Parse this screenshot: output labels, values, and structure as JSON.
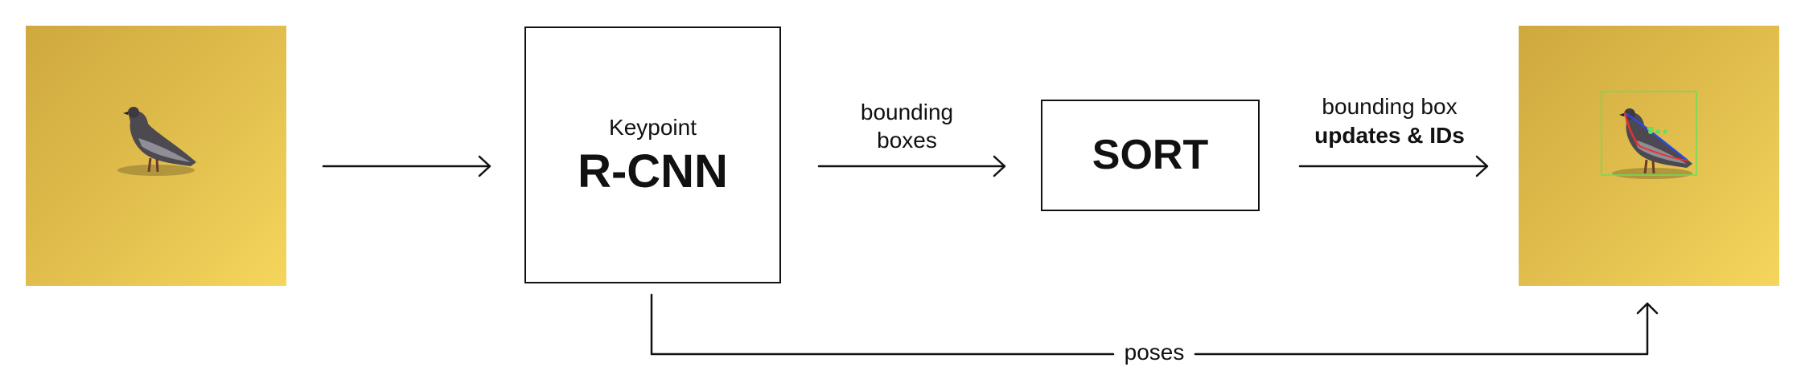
{
  "rcnn_box": {
    "small_label": "Keypoint",
    "big_label": "R-CNN"
  },
  "sort_box": {
    "label": "SORT"
  },
  "edges": {
    "rcnn_to_sort": {
      "line1": "bounding",
      "line2": "boxes"
    },
    "sort_to_output": {
      "line1": "bounding box",
      "line2": "updates & IDs"
    },
    "rcnn_to_output": {
      "label": "poses"
    }
  },
  "colors": {
    "background": "#ffffff",
    "ink": "#111111",
    "image_floor": "#e6c24f",
    "detection_box": "#66e05a",
    "skeleton_red": "#e8322a",
    "skeleton_blue": "#2a4ae8"
  },
  "icons": {
    "input": "pigeon-photo",
    "output": "pigeon-photo-with-pose-overlay"
  }
}
